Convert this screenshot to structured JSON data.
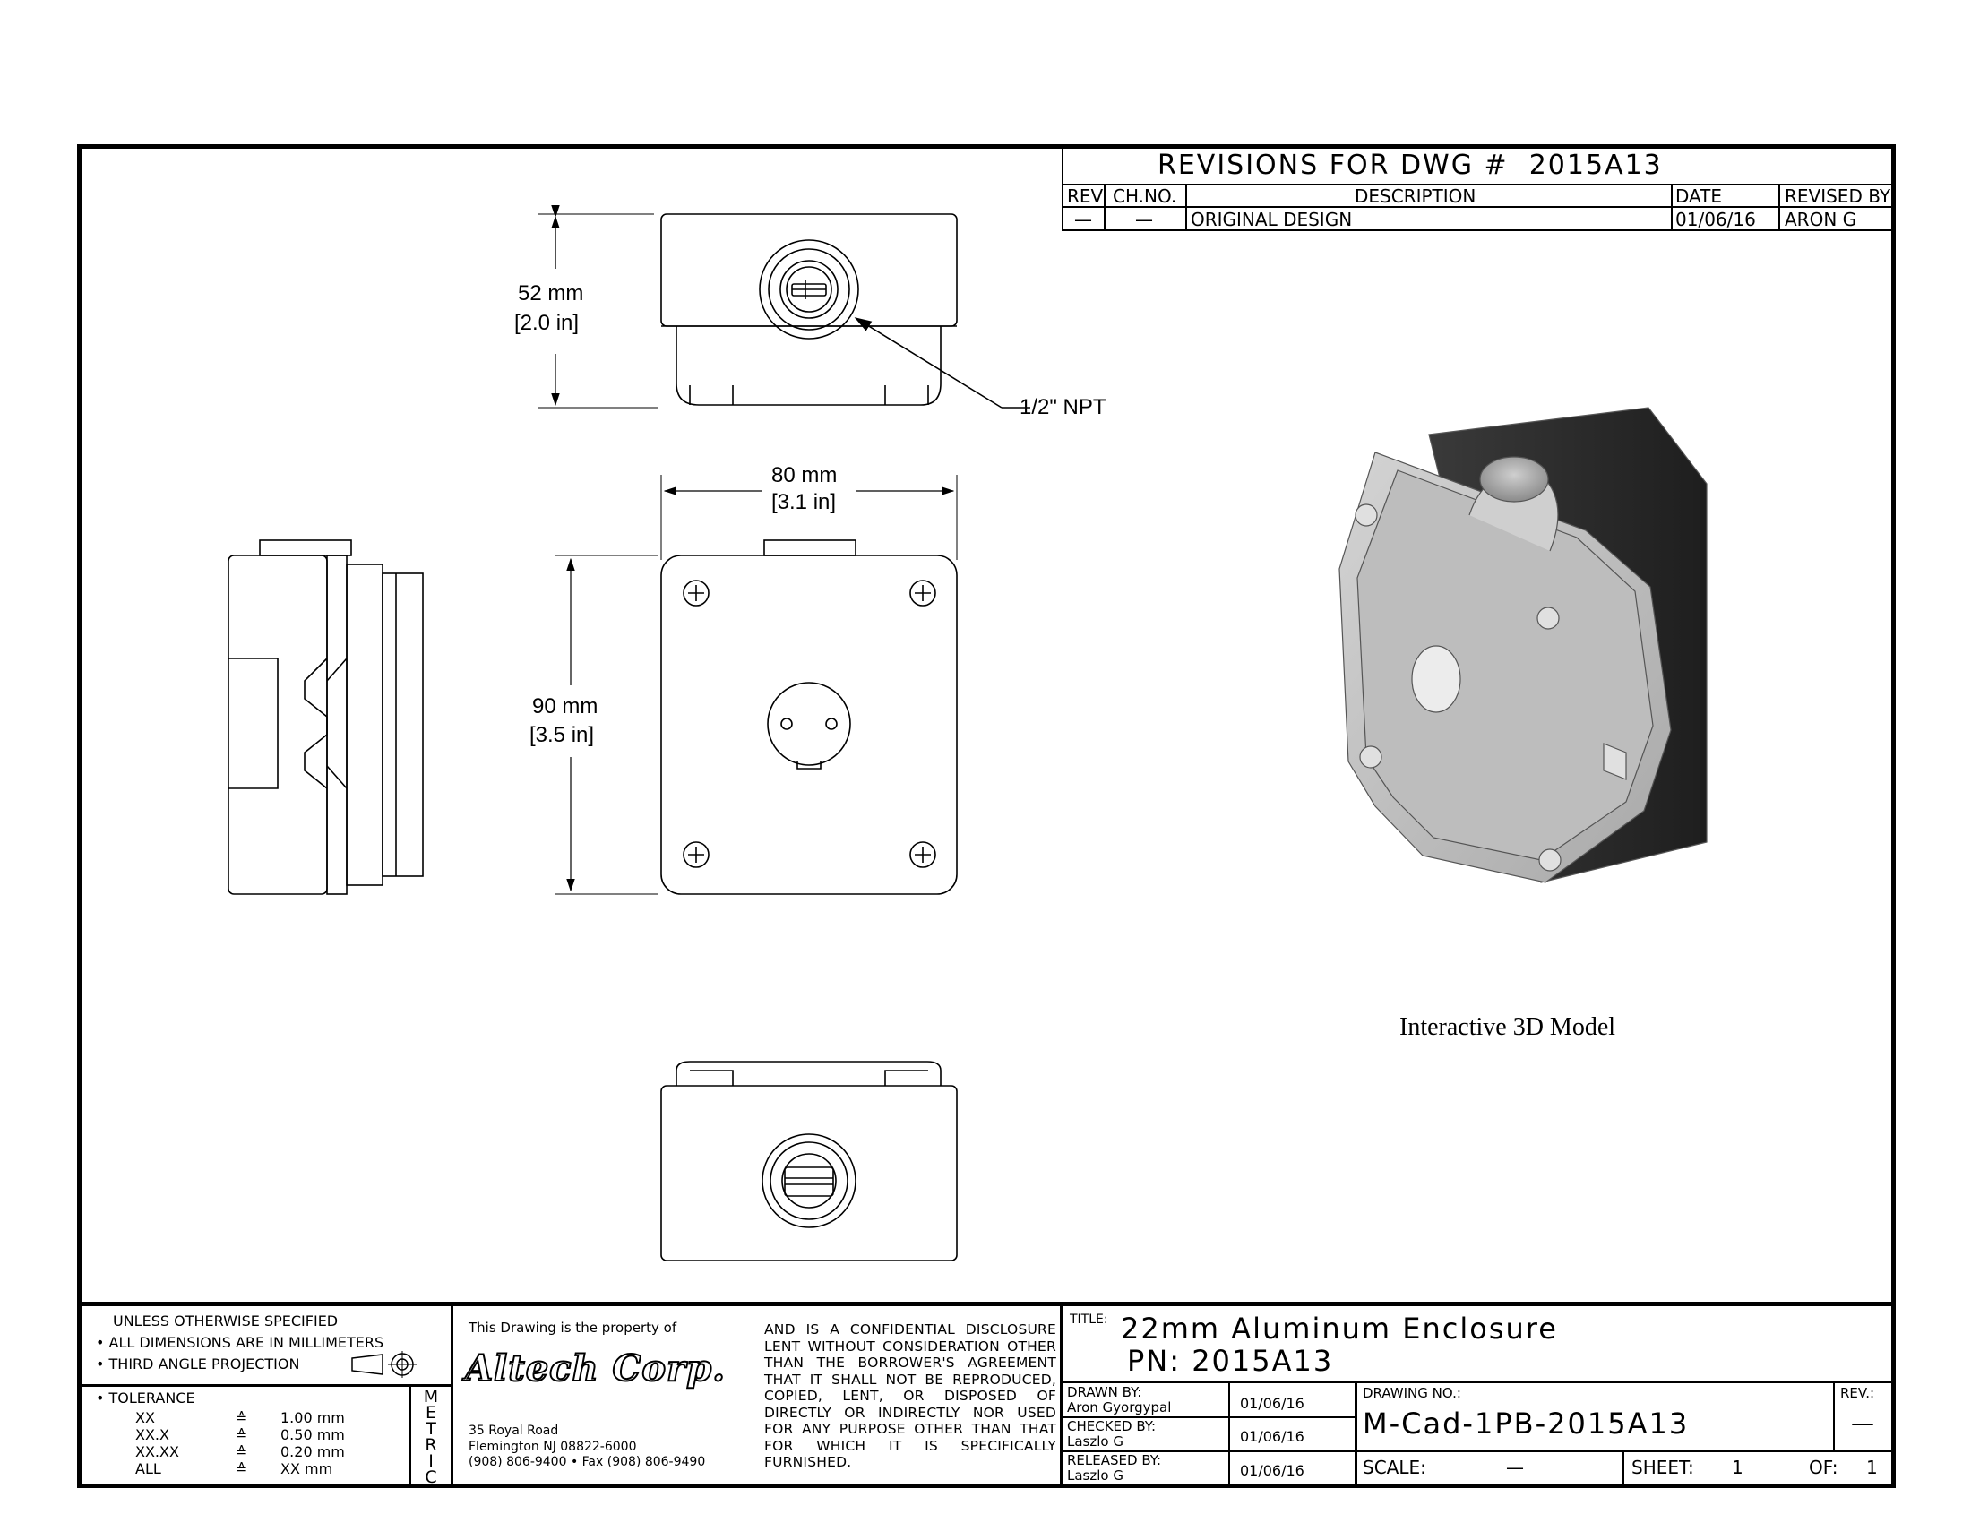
{
  "revisions": {
    "title": "REVISIONS FOR DWG #",
    "dwg": "2015A13",
    "headers": {
      "rev": "REV",
      "ch_no": "CH.NO.",
      "description": "DESCRIPTION",
      "date": "DATE",
      "revised_by": "REVISED BY"
    },
    "rows": [
      {
        "rev": "—",
        "ch_no": "—",
        "description": "ORIGINAL DESIGN",
        "date": "01/06/16",
        "revised_by": "ARON G"
      }
    ]
  },
  "dimensions": {
    "height_mm": "52 mm",
    "height_in": "[2.0 in]",
    "width_mm": "80 mm",
    "width_in": "[3.1 in]",
    "depth_mm": "90 mm",
    "depth_in": "[3.5 in]",
    "thread_callout": "1/2\" NPT"
  },
  "model_caption": "Interactive 3D Model",
  "notes": {
    "heading": "UNLESS OTHERWISE SPECIFIED",
    "bullets": [
      "ALL DIMENSIONS ARE IN MILLIMETERS",
      "THIRD ANGLE PROJECTION"
    ],
    "tolerance_label": "• TOLERANCE",
    "tolerances": [
      {
        "key": "XX",
        "sym": "≙",
        "val": "1.00 mm"
      },
      {
        "key": "XX.X",
        "sym": "≙",
        "val": "0.50 mm"
      },
      {
        "key": "XX.XX",
        "sym": "≙",
        "val": "0.20 mm"
      },
      {
        "key": "ALL",
        "sym": "≙",
        "val": "XX mm"
      }
    ],
    "metric": [
      "M",
      "E",
      "T",
      "R",
      "I",
      "C"
    ]
  },
  "company": {
    "property_text": "This Drawing is the property of",
    "logo": "Altech Corp.",
    "address1": "35 Royal Road",
    "address2": "Flemington NJ 08822-6000",
    "phone": "(908) 806-9400 • Fax (908) 806-9490",
    "disclosure": "AND IS A CONFIDENTIAL DISCLOSURE LENT WITHOUT CONSIDERATION OTHER THAN THE BORROWER'S AGREEMENT THAT IT SHALL NOT BE REPRODUCED, COPIED, LENT, OR DISPOSED OF DIRECTLY OR INDIRECTLY NOR USED FOR ANY PURPOSE OTHER THAN THAT FOR WHICH IT IS SPECIFICALLY FURNISHED."
  },
  "title_block": {
    "title_label": "TITLE:",
    "title": "22mm Aluminum Enclosure",
    "pn": "PN: 2015A13",
    "drawn_by_label": "DRAWN BY:",
    "drawn_by": "Aron Gyorgypal",
    "drawn_date": "01/06/16",
    "checked_by_label": "CHECKED BY:",
    "checked_by": "Laszlo G",
    "checked_date": "01/06/16",
    "released_by_label": "RELEASED BY:",
    "released_by": "Laszlo G",
    "released_date": "01/06/16",
    "drawing_no_label": "DRAWING NO.:",
    "drawing_no": "M-Cad-1PB-2015A13",
    "rev_label": "REV.:",
    "rev": "—",
    "scale_label": "SCALE:",
    "scale": "—",
    "sheet_label": "SHEET:",
    "sheet": "1",
    "of_label": "OF:",
    "of": "1"
  }
}
